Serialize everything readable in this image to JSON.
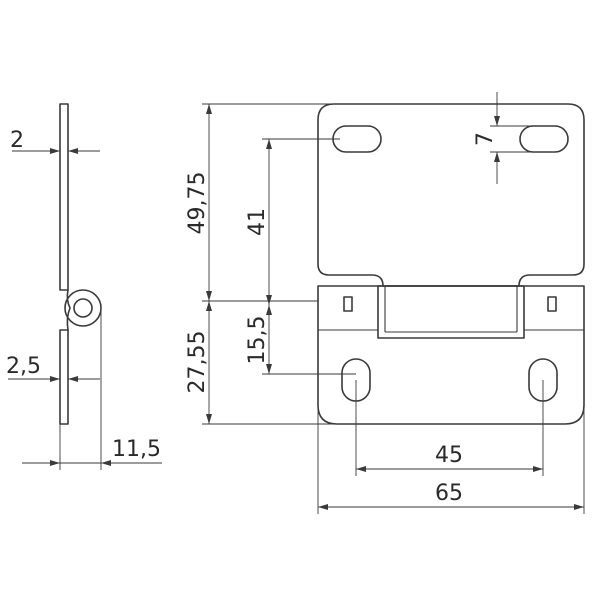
{
  "dimensions": {
    "side_thickness": "2",
    "side_knuckle_offset": "2,5",
    "side_total_depth": "11,5",
    "upper_height": "49,75",
    "hole_to_hinge": "41",
    "slot_height": "7",
    "lower_height": "27,55",
    "hinge_to_hole": "15,5",
    "hole_spacing": "45",
    "total_width": "65"
  }
}
